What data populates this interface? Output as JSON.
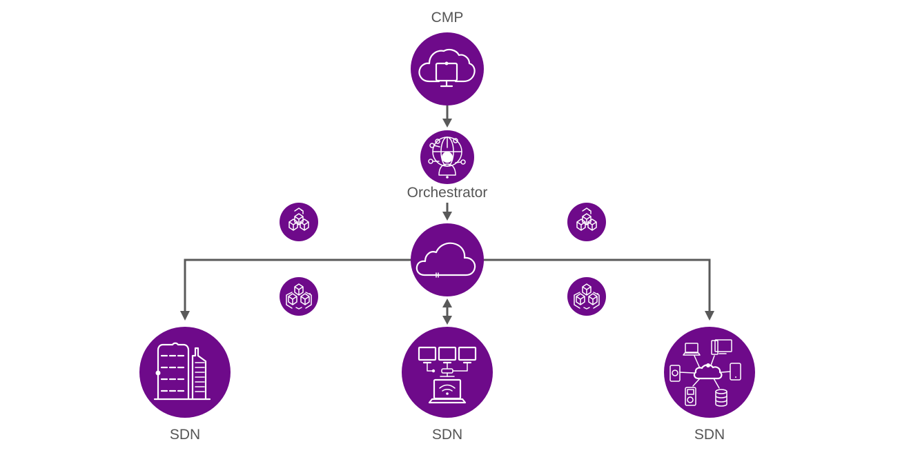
{
  "diagram": {
    "title": "CMP to SDN orchestration architecture",
    "colors": {
      "node_fill": "#6e0a8a",
      "icon_stroke": "#ffffff",
      "connector": "#595959",
      "label_text": "#555555",
      "background": "#ffffff"
    },
    "nodes": [
      {
        "id": "cmp",
        "label": "CMP",
        "icon": "cloud-monitor-icon"
      },
      {
        "id": "orchestrator",
        "label": "Orchestrator",
        "icon": "globe-user-network-icon"
      },
      {
        "id": "cloud",
        "label": "",
        "icon": "cloud-icon"
      },
      {
        "id": "container-tl",
        "label": "",
        "icon": "cubes-stack-icon"
      },
      {
        "id": "container-bl",
        "label": "",
        "icon": "cubes-cluster-icon"
      },
      {
        "id": "container-tr",
        "label": "",
        "icon": "cubes-stack-icon"
      },
      {
        "id": "container-br",
        "label": "",
        "icon": "cubes-cluster-icon"
      },
      {
        "id": "sdn-left",
        "label": "SDN",
        "icon": "data-center-building-icon"
      },
      {
        "id": "sdn-center",
        "label": "SDN",
        "icon": "networked-computers-wifi-icon"
      },
      {
        "id": "sdn-right",
        "label": "SDN",
        "icon": "cloud-devices-network-icon"
      }
    ],
    "edges": [
      {
        "from": "cmp",
        "to": "orchestrator",
        "direction": "one-way"
      },
      {
        "from": "orchestrator",
        "to": "cloud",
        "direction": "one-way"
      },
      {
        "from": "cloud",
        "to": "sdn-left",
        "direction": "one-way"
      },
      {
        "from": "cloud",
        "to": "sdn-center",
        "direction": "two-way"
      },
      {
        "from": "cloud",
        "to": "sdn-right",
        "direction": "one-way"
      }
    ]
  },
  "labels": {
    "cmp": "CMP",
    "orchestrator": "Orchestrator",
    "sdn_left": "SDN",
    "sdn_center": "SDN",
    "sdn_right": "SDN"
  }
}
